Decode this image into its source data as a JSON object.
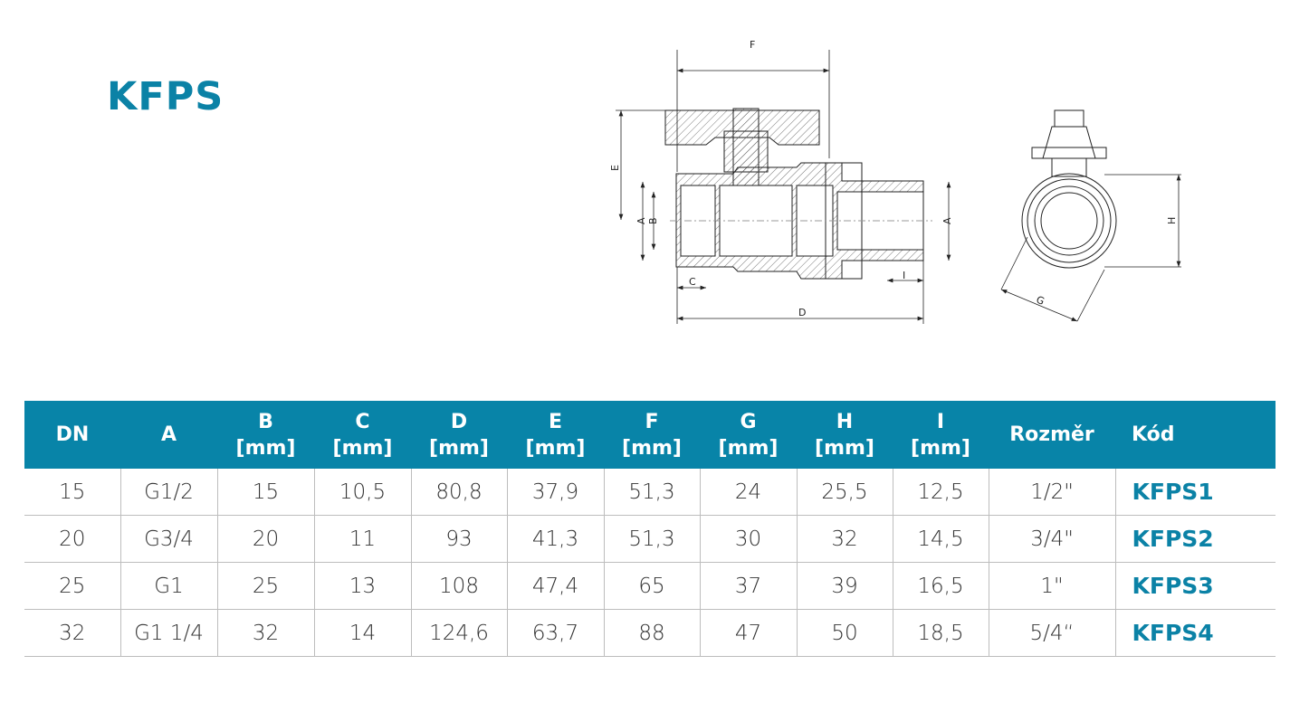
{
  "title": "KFPS",
  "drawing": {
    "labels": {
      "F": "F",
      "E": "E",
      "A": "A",
      "B": "B",
      "C": "C",
      "D": "D",
      "I": "I",
      "G": "G",
      "H": "H"
    }
  },
  "table": {
    "headers": [
      {
        "l1": "DN",
        "l2": ""
      },
      {
        "l1": "A",
        "l2": ""
      },
      {
        "l1": "B",
        "l2": "[mm]"
      },
      {
        "l1": "C",
        "l2": "[mm]"
      },
      {
        "l1": "D",
        "l2": "[mm]"
      },
      {
        "l1": "E",
        "l2": "[mm]"
      },
      {
        "l1": "F",
        "l2": "[mm]"
      },
      {
        "l1": "G",
        "l2": "[mm]"
      },
      {
        "l1": "H",
        "l2": "[mm]"
      },
      {
        "l1": "I",
        "l2": "[mm]"
      },
      {
        "l1": "Rozměr",
        "l2": ""
      },
      {
        "l1": "Kód",
        "l2": ""
      }
    ],
    "rows": [
      [
        "15",
        "G1/2",
        "15",
        "10,5",
        "80,8",
        "37,9",
        "51,3",
        "24",
        "25,5",
        "12,5",
        "1/2\"",
        "KFPS1"
      ],
      [
        "20",
        "G3/4",
        "20",
        "11",
        "93",
        "41,3",
        "51,3",
        "30",
        "32",
        "14,5",
        "3/4\"",
        "KFPS2"
      ],
      [
        "25",
        "G1",
        "25",
        "13",
        "108",
        "47,4",
        "65",
        "37",
        "39",
        "16,5",
        "1\"",
        "KFPS3"
      ],
      [
        "32",
        "G1 1/4",
        "32",
        "14",
        "124,6",
        "63,7",
        "88",
        "47",
        "50",
        "18,5",
        "5/4“",
        "KFPS4"
      ]
    ]
  },
  "colors": {
    "accent": "#0884a8"
  }
}
